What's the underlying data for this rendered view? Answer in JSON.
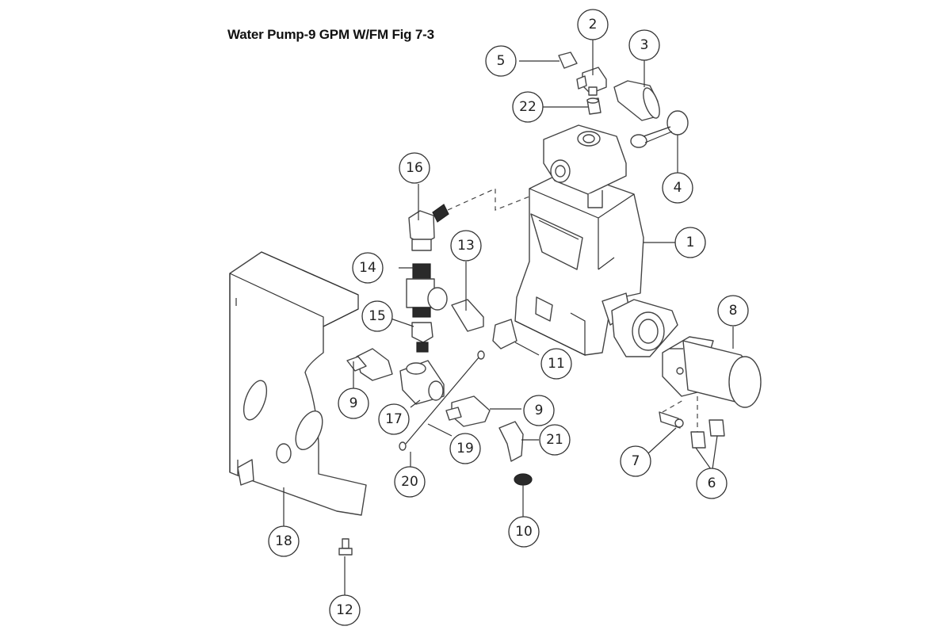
{
  "title": "Water Pump-9 GPM W/FM Fig 7-3",
  "callouts": [
    {
      "id": "c1",
      "label": "1"
    },
    {
      "id": "c2",
      "label": "2"
    },
    {
      "id": "c3",
      "label": "3"
    },
    {
      "id": "c4",
      "label": "4"
    },
    {
      "id": "c5",
      "label": "5"
    },
    {
      "id": "c6",
      "label": "6"
    },
    {
      "id": "c7",
      "label": "7"
    },
    {
      "id": "c8",
      "label": "8"
    },
    {
      "id": "c9a",
      "label": "9"
    },
    {
      "id": "c9b",
      "label": "9"
    },
    {
      "id": "c10",
      "label": "10"
    },
    {
      "id": "c11",
      "label": "11"
    },
    {
      "id": "c12",
      "label": "12"
    },
    {
      "id": "c13",
      "label": "13"
    },
    {
      "id": "c14",
      "label": "14"
    },
    {
      "id": "c15",
      "label": "15"
    },
    {
      "id": "c16",
      "label": "16"
    },
    {
      "id": "c17",
      "label": "17"
    },
    {
      "id": "c18",
      "label": "18"
    },
    {
      "id": "c19",
      "label": "19"
    },
    {
      "id": "c20",
      "label": "20"
    },
    {
      "id": "c21",
      "label": "21"
    },
    {
      "id": "c22",
      "label": "22"
    }
  ]
}
